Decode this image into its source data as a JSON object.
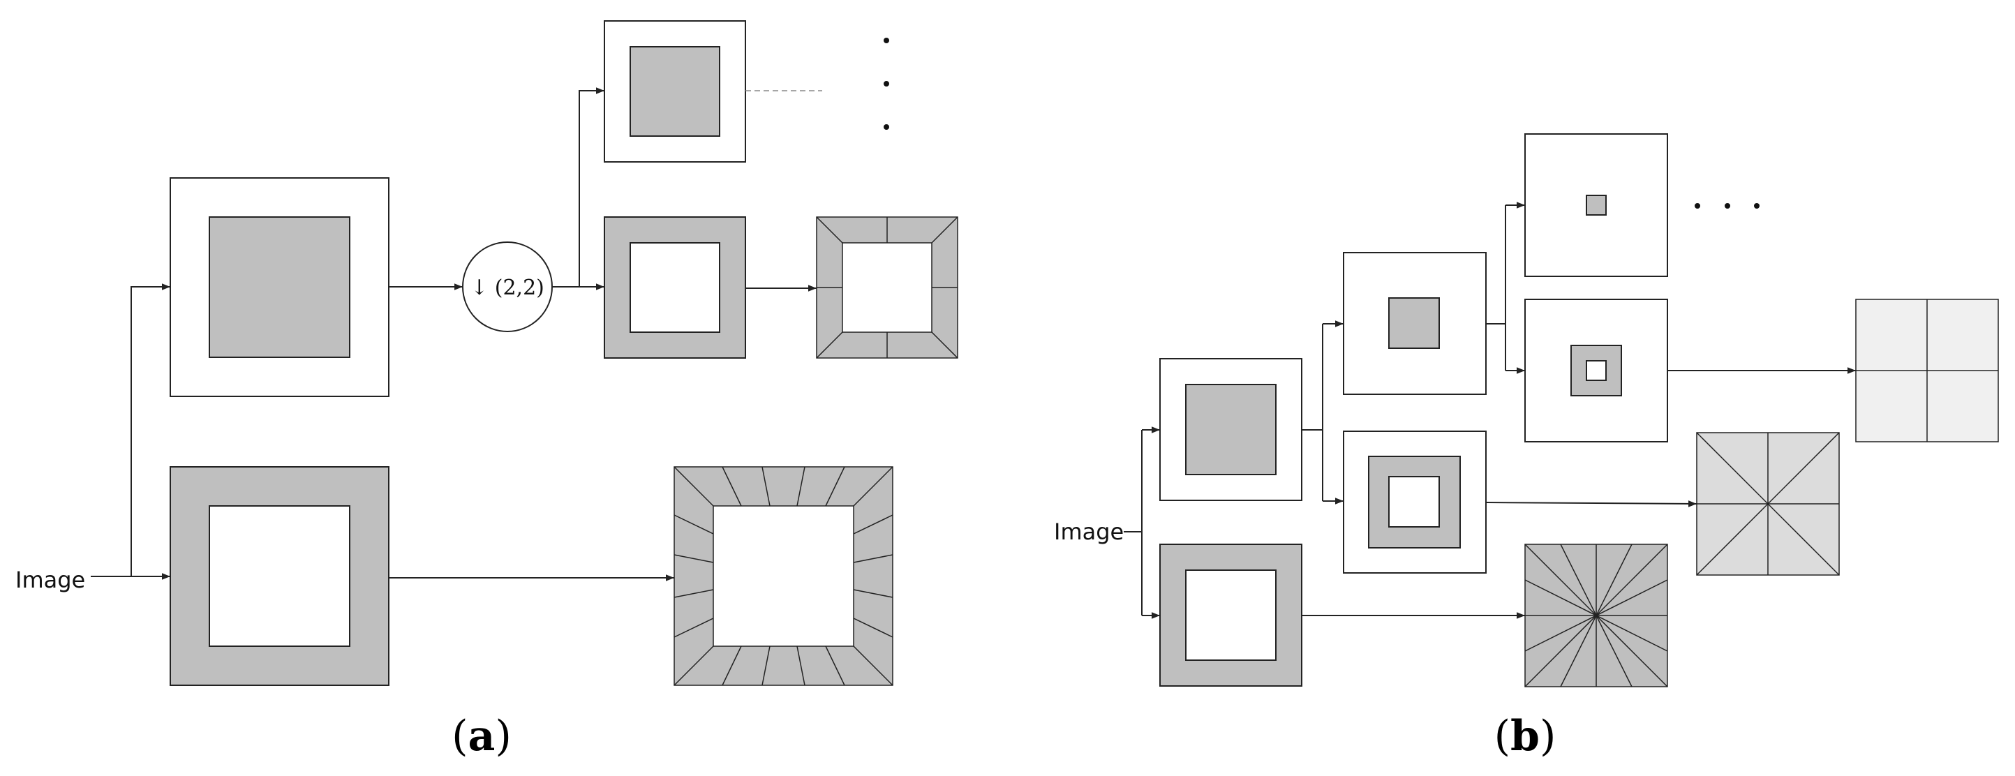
{
  "diagram": {
    "panel_a": {
      "input_label": "Image",
      "downsample_label": "↓ (2,2)",
      "caption_open": "(",
      "caption_letter": "a",
      "caption_close": ")"
    },
    "panel_b": {
      "input_label": "Image",
      "caption_open": "(",
      "caption_letter": "b",
      "caption_close": ")"
    }
  },
  "colors": {
    "gray": "#bfbfbf",
    "light_gray": "#f0f0f0",
    "mid_gray": "#dcdcdc",
    "stroke": "#222222",
    "dashed": "#888888"
  }
}
